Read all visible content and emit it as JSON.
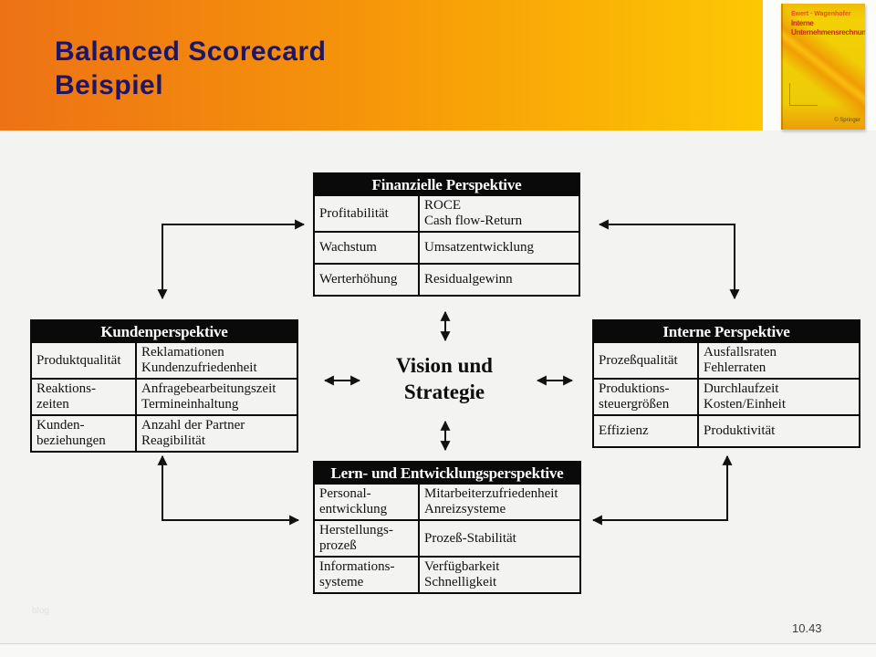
{
  "slide": {
    "title_line1": "Balanced Scorecard",
    "title_line2": "Beispiel",
    "page_number": "10.43",
    "footer_mark": "blog",
    "colors": {
      "header_gradient_start": "#ed7215",
      "header_gradient_end": "#fdc803",
      "title_text": "#1d1666",
      "bar_background": "#0a0a0a",
      "bar_text": "#ffffff",
      "slide_background": "#f3f3f2",
      "book_background": "#f2d005",
      "book_text": "#c32b05"
    }
  },
  "book": {
    "authors": "Ewert · Wagenhofer",
    "title_line1": "Interne",
    "title_line2": "Unternehmensrechnung",
    "publisher": "© Springer"
  },
  "center": {
    "line1": "Vision und",
    "line2": "Strategie"
  },
  "boxes": {
    "finance": {
      "title": "Finanzielle Perspektive",
      "rows": [
        {
          "left": "Profitabilität",
          "right": "ROCE\nCash flow-Return"
        },
        {
          "left": "Wachstum",
          "right": "Umsatzentwicklung"
        },
        {
          "left": "Werterhöhung",
          "right": "Residualgewinn"
        }
      ]
    },
    "kunden": {
      "title": "Kundenperspektive",
      "rows": [
        {
          "left": "Produktqualität",
          "right": "Reklamationen\nKundenzufriedenheit"
        },
        {
          "left": "Reaktions-\nzeiten",
          "right": "Anfragebearbeitungszeit\nTermineinhaltung"
        },
        {
          "left": "Kunden-\nbeziehungen",
          "right": "Anzahl der Partner\nReagibilität"
        }
      ]
    },
    "interne": {
      "title": "Interne Perspektive",
      "rows": [
        {
          "left": "Prozeßqualität",
          "right": "Ausfallsraten\nFehlerraten"
        },
        {
          "left": "Produktions-\nsteuergrößen",
          "right": "Durchlaufzeit\nKosten/Einheit"
        },
        {
          "left": "Effizienz",
          "right": "Produktivität"
        }
      ]
    },
    "lern": {
      "title": "Lern- und Entwicklungsperspektive",
      "rows": [
        {
          "left": "Personal-\nentwicklung",
          "right": "Mitarbeiterzufriedenheit\nAnreizsysteme"
        },
        {
          "left": "Herstellungs-\nprozeß",
          "right": "Prozeß-Stabilität"
        },
        {
          "left": "Informations-\nsysteme",
          "right": "Verfügbarkeit\nSchnelligkeit"
        }
      ]
    }
  }
}
